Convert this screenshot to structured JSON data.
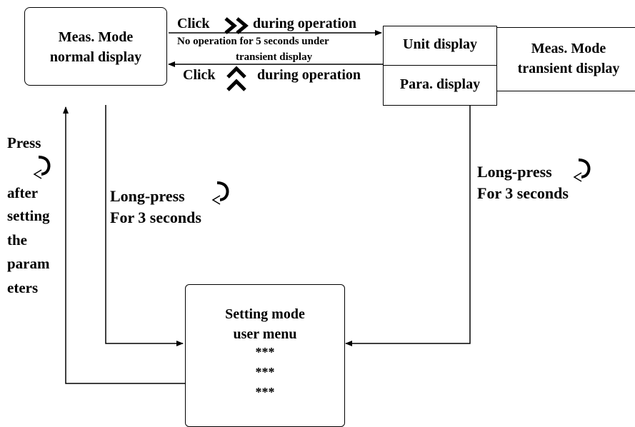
{
  "normal_box": {
    "line1": "Meas. Mode",
    "line2": "normal display"
  },
  "unit_display": "Unit display",
  "para_display": "Para. display",
  "transient_box": {
    "line1": "Meas. Mode",
    "line2": "transient display"
  },
  "top_arrow": {
    "click_word": "Click",
    "right_label_end": "during operation",
    "no_op_line1": "No operation for 5 seconds under",
    "no_op_line2": "transient display",
    "left_label_end": "during operation"
  },
  "left_side": {
    "press": "Press",
    "lines": [
      "after",
      "setting",
      "the",
      "param",
      "eters"
    ]
  },
  "middle_label": {
    "line1": "Long-press",
    "line2": "For 3 seconds"
  },
  "right_label": {
    "line1": "Long-press",
    "line2": "For 3 seconds"
  },
  "setting_box": {
    "title": "Setting mode",
    "subtitle": "user menu",
    "items": [
      "***",
      "***",
      "***"
    ]
  },
  "icons": {
    "double_right": "double-chevron-right-icon",
    "double_up": "double-chevron-up-icon",
    "enter_key": "return-arrow-icon"
  }
}
